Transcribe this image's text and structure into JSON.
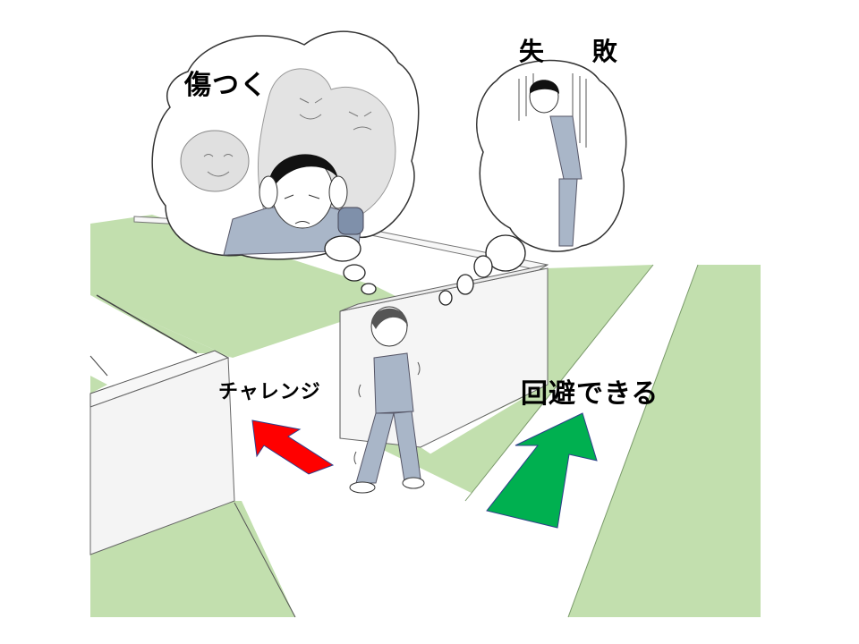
{
  "labels": {
    "hurt": "傷つく",
    "failure": "失 敗",
    "challenge": "チャレンジ",
    "avoid": "回避できる"
  },
  "colors": {
    "ground": "#c2dfae",
    "path": "#ffffff",
    "wall": "#f2f2f2",
    "challenge_arrow": "#ff0000",
    "avoid_arrow": "#00b050",
    "clothing": "#a9b6c8"
  },
  "scene": {
    "thought_bubbles": [
      {
        "id": "hurt-bubble",
        "label": "傷つく",
        "content": "person holding head surrounded by mocking faces"
      },
      {
        "id": "failure-bubble",
        "label": "失 敗",
        "content": "dejected person standing with head down"
      }
    ],
    "arrows": [
      {
        "id": "challenge-arrow",
        "direction": "up-left",
        "color": "#ff0000"
      },
      {
        "id": "avoid-arrow",
        "direction": "up-right",
        "color": "#00b050"
      }
    ],
    "figures": [
      "walking-person",
      "worried-person",
      "dejected-person"
    ]
  }
}
